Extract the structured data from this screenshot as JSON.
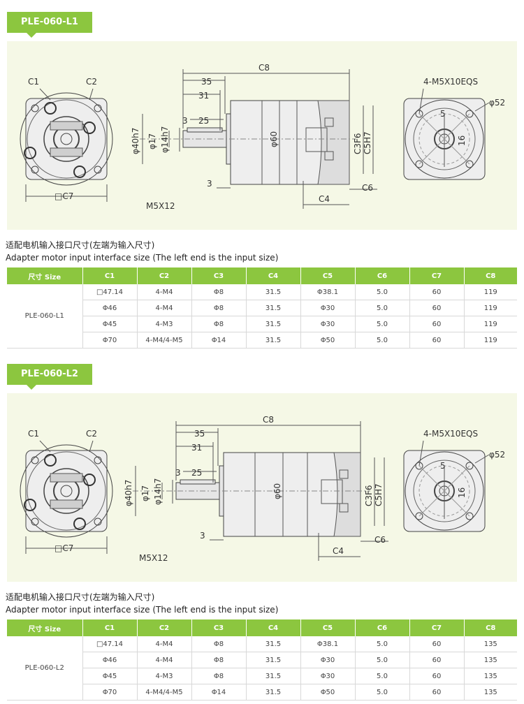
{
  "sections": [
    {
      "tag": "PLE-060-L1",
      "drawing": {
        "labels": {
          "c1": "C1",
          "c2": "C2",
          "c7": "□C7",
          "c8": "C8",
          "d35": "35",
          "d31": "31",
          "d25": "25",
          "d3a": "3",
          "d3b": "3",
          "phi40h7": "φ40h7",
          "phi17": "φ17",
          "phi14h7": "φ14h7",
          "m5x12": "M5X12",
          "phi60": "φ60",
          "c3f6": "C3F6",
          "c5h7": "C5H7",
          "c4": "C4",
          "c6": "C6",
          "m5x10eqs": "4-M5X10EQS",
          "phi52": "φ52",
          "d5": "5",
          "d16": "16"
        }
      },
      "caption_cn": "适配电机输入接口尺寸(左端为输入尺寸)",
      "caption_en": "Adapter motor input interface size (The left end is the input size)",
      "table": {
        "headers": [
          "尺寸 Size",
          "C1",
          "C2",
          "C3",
          "C4",
          "C5",
          "C6",
          "C7",
          "C8"
        ],
        "model": "PLE-060-L1",
        "rows": [
          [
            "□47.14",
            "4-M4",
            "Φ8",
            "31.5",
            "Φ38.1",
            "5.0",
            "60",
            "119"
          ],
          [
            "Φ46",
            "4-M4",
            "Φ8",
            "31.5",
            "Φ30",
            "5.0",
            "60",
            "119"
          ],
          [
            "Φ45",
            "4-M3",
            "Φ8",
            "31.5",
            "Φ30",
            "5.0",
            "60",
            "119"
          ],
          [
            "Φ70",
            "4-M4/4-M5",
            "Φ14",
            "31.5",
            "Φ50",
            "5.0",
            "60",
            "119"
          ]
        ]
      }
    },
    {
      "tag": "PLE-060-L2",
      "drawing": {
        "labels": {
          "c1": "C1",
          "c2": "C2",
          "c7": "□C7",
          "c8": "C8",
          "d35": "35",
          "d31": "31",
          "d25": "25",
          "d3a": "3",
          "d3b": "3",
          "phi40h7": "φ40h7",
          "phi17": "φ17",
          "phi14h7": "φ14h7",
          "m5x12": "M5X12",
          "phi60": "φ60",
          "c3f6": "C3F6",
          "c5h7": "C5H7",
          "c4": "C4",
          "c6": "C6",
          "m5x10eqs": "4-M5X10EQS",
          "phi52": "φ52",
          "d5": "5",
          "d16": "16"
        }
      },
      "caption_cn": "适配电机输入接口尺寸(左端为输入尺寸)",
      "caption_en": "Adapter motor input interface size (The left end is the input size)",
      "table": {
        "headers": [
          "尺寸 Size",
          "C1",
          "C2",
          "C3",
          "C4",
          "C5",
          "C6",
          "C7",
          "C8"
        ],
        "model": "PLE-060-L2",
        "rows": [
          [
            "□47.14",
            "4-M4",
            "Φ8",
            "31.5",
            "Φ38.1",
            "5.0",
            "60",
            "135"
          ],
          [
            "Φ46",
            "4-M4",
            "Φ8",
            "31.5",
            "Φ30",
            "5.0",
            "60",
            "135"
          ],
          [
            "Φ45",
            "4-M3",
            "Φ8",
            "31.5",
            "Φ30",
            "5.0",
            "60",
            "135"
          ],
          [
            "Φ70",
            "4-M4/4-M5",
            "Φ14",
            "31.5",
            "Φ50",
            "5.0",
            "60",
            "135"
          ]
        ]
      }
    }
  ]
}
